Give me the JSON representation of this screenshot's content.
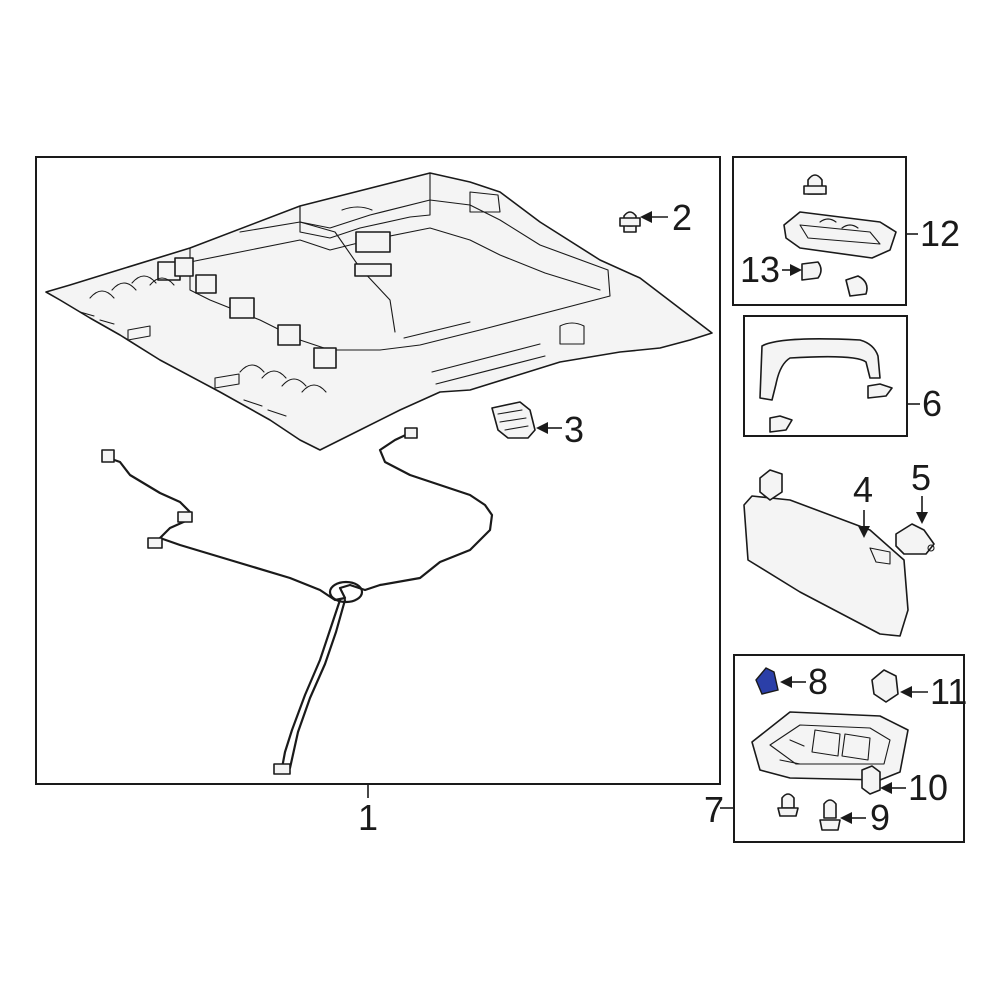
{
  "callouts": {
    "c1": "1",
    "c2": "2",
    "c3": "3",
    "c4": "4",
    "c5": "5",
    "c6": "6",
    "c7": "7",
    "c8": "8",
    "c9": "9",
    "c10": "10",
    "c11": "11",
    "c12": "12",
    "c13": "13"
  },
  "colors": {
    "highlight": "#2b3fa8",
    "line": "#1a1a1a",
    "part_fill": "#f4f4f4"
  },
  "icons": {
    "headliner": "headliner-panel-icon",
    "clip": "clip-icon",
    "wire_harness": "wire-harness-icon",
    "sun_visor": "sun-visor-icon",
    "holder": "visor-holder-icon",
    "grab_handle": "grab-handle-icon",
    "map_lamp": "map-lamp-icon",
    "dome_lamp": "dome-lamp-icon",
    "bulb": "bulb-icon"
  }
}
